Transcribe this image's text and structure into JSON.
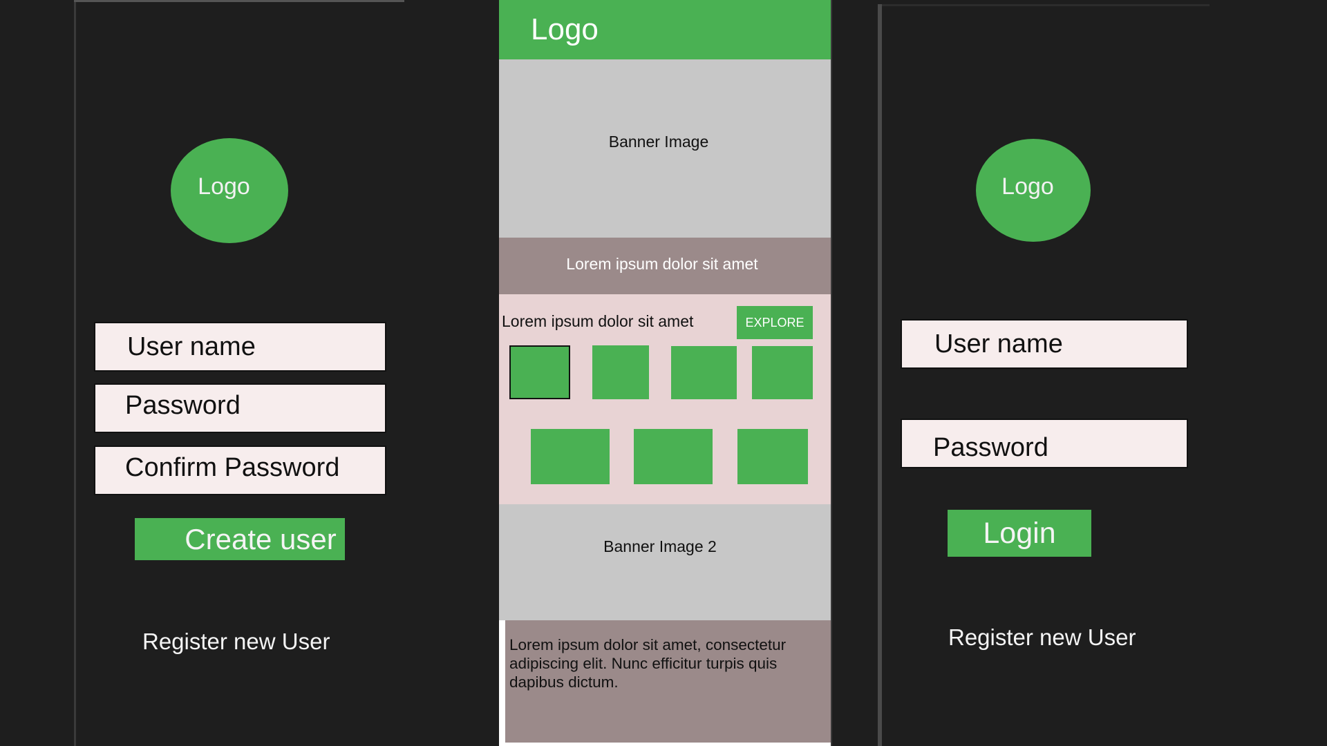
{
  "register_screen": {
    "logo_label": "Logo",
    "username_placeholder": "User name",
    "password_placeholder": "Password",
    "confirm_password_placeholder": "Confirm Password",
    "create_button_label": "Create user",
    "register_link_label": "Register new User"
  },
  "home_screen": {
    "header_logo": "Logo",
    "banner_1_label": "Banner Image",
    "promo_text": "Lorem ipsum dolor sit amet",
    "section_heading": "Lorem ipsum dolor sit amet",
    "explore_button_label": "EXPLORE",
    "banner_2_label": "Banner Image 2",
    "footer_text": "Lorem ipsum dolor sit amet, consectetur adipiscing elit. Nunc efficitur turpis quis dapibus dictum."
  },
  "login_screen": {
    "logo_label": "Logo",
    "username_placeholder": "User name",
    "password_placeholder": "Password",
    "login_button_label": "Login",
    "register_link_label": "Register new User"
  },
  "colors": {
    "background": "#1e1e1e",
    "accent_green": "#4ab153",
    "field_fill": "#f7eded",
    "banner_gray": "#c7c7c7",
    "mauve": "#9b8a8a",
    "section_pink": "#e8d3d4"
  }
}
